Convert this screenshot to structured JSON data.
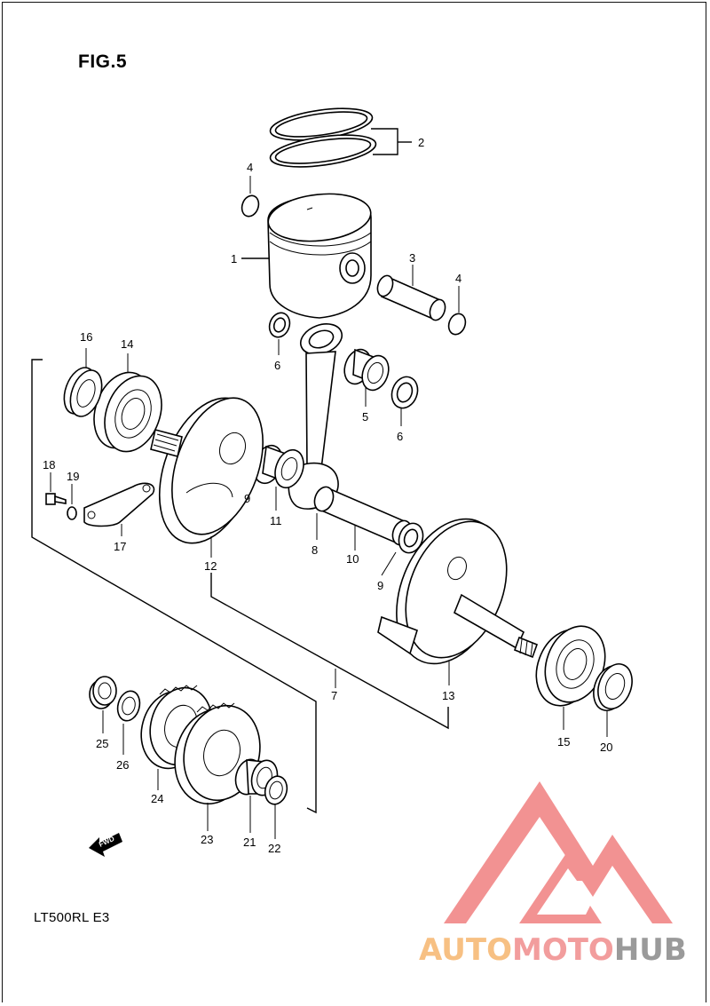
{
  "title": "FIG.5",
  "model_code": "LT500RL  E3",
  "fwd_label": "FWD",
  "watermark": {
    "part1": "AUTO",
    "part2": "MOTO",
    "part3": "HUB",
    "colors": {
      "auto": "#f7c083",
      "moto": "#f29d9d",
      "hub": "#9a9a9a",
      "logo": "#f08080"
    }
  },
  "callouts": {
    "c1": "1",
    "c2": "2",
    "c3": "3",
    "c4a": "4",
    "c4b": "4",
    "c5": "5",
    "c6a": "6",
    "c6b": "6",
    "c7": "7",
    "c8": "8",
    "c9a": "9",
    "c9b": "9",
    "c10": "10",
    "c11": "11",
    "c12": "12",
    "c13": "13",
    "c14": "14",
    "c15": "15",
    "c16": "16",
    "c17": "17",
    "c18": "18",
    "c19": "19",
    "c20": "20",
    "c21": "21",
    "c22": "22",
    "c23": "23",
    "c24": "24",
    "c25": "25",
    "c26": "26"
  }
}
